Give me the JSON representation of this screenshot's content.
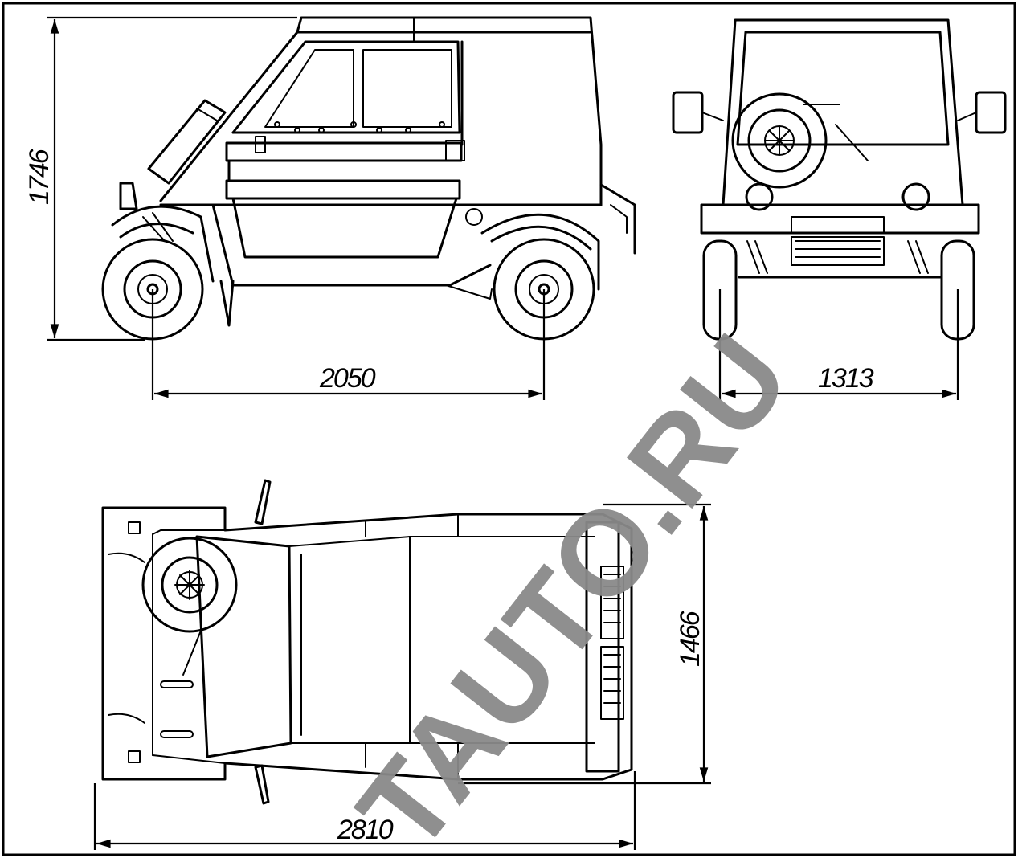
{
  "dimensions": {
    "height": "1746",
    "wheelbase": "2050",
    "track": "1313",
    "length": "2810",
    "width": "1466"
  },
  "watermark": {
    "text": "TAUTO.RU",
    "color": "#8a8a8a"
  }
}
